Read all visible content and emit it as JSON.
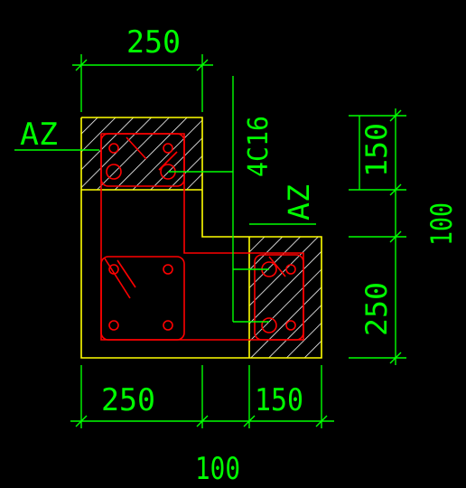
{
  "drawing": {
    "colors": {
      "background": "#000000",
      "dimension": "#00ff00",
      "outline": "#ffff00",
      "rebar": "#ff0000",
      "hatch": "#ffffff"
    },
    "labels": {
      "top_dim": "250",
      "az_left": "AZ",
      "az_right": "AZ",
      "rebar_callout": "4C16",
      "right_dim_upper": "150",
      "right_dim_lower": "250",
      "right_dim_total": "100",
      "bottom_dim_left": "250",
      "bottom_dim_right": "150",
      "bottom_dim_total": "100"
    }
  }
}
